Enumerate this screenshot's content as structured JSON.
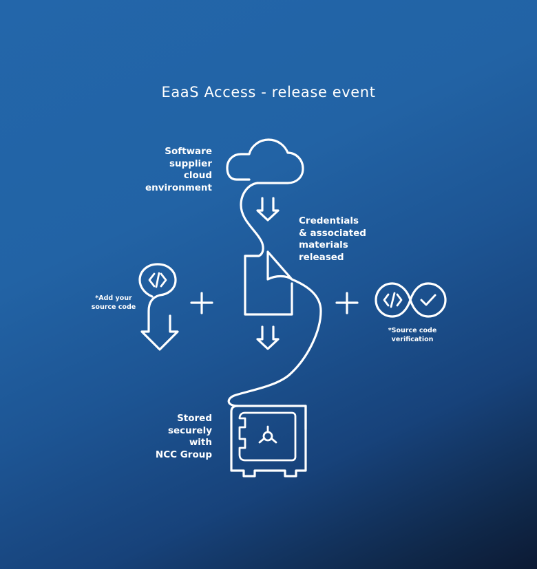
{
  "title": "EaaS Access - release event",
  "steps": {
    "cloud": {
      "lines": [
        "Software",
        "supplier",
        "cloud",
        "environment"
      ],
      "icon": "cloud-icon"
    },
    "credentials": {
      "lines": [
        "Credentials",
        "& associated",
        "materials",
        "released"
      ],
      "icon": "document-icon"
    },
    "stored": {
      "lines": [
        "Stored",
        "securely",
        "with",
        "NCC Group"
      ],
      "icon": "safe-icon"
    }
  },
  "addons": {
    "add_source": {
      "lines": [
        "*Add your",
        "source code"
      ],
      "icon": "code-download-icon",
      "connector": "+"
    },
    "verification": {
      "lines": [
        "*Source code",
        "verification"
      ],
      "icon": "code-check-icon",
      "connector": "+"
    }
  },
  "colors": {
    "background_top": "#2366aa",
    "background_bottom": "#0c1a34",
    "stroke": "#ffffff"
  }
}
